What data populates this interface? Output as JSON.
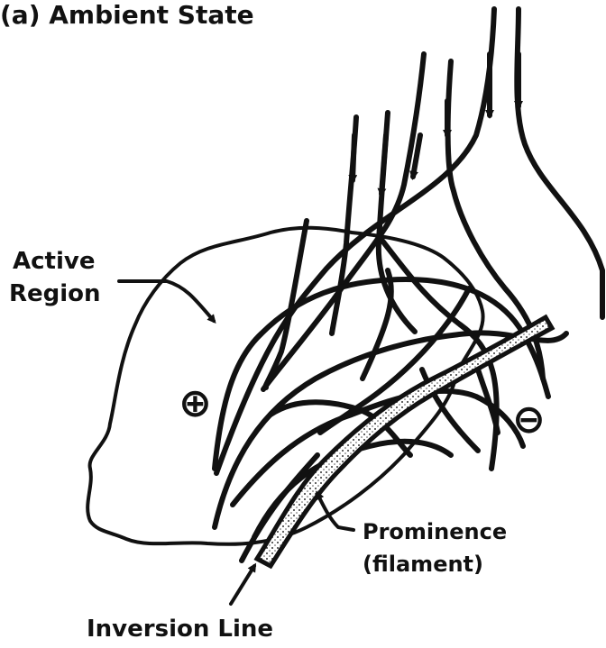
{
  "figure": {
    "title": "(a) Ambient State",
    "labels": {
      "active_region_line1": "Active",
      "active_region_line2": "Region",
      "prominence_line1": "Prominence",
      "prominence_line2": "(filament)",
      "inversion_line": "Inversion Line",
      "positive_polarity": "⊕",
      "negative_polarity": "⊖"
    },
    "colors": {
      "ink": "#111111",
      "background": "#ffffff"
    }
  }
}
